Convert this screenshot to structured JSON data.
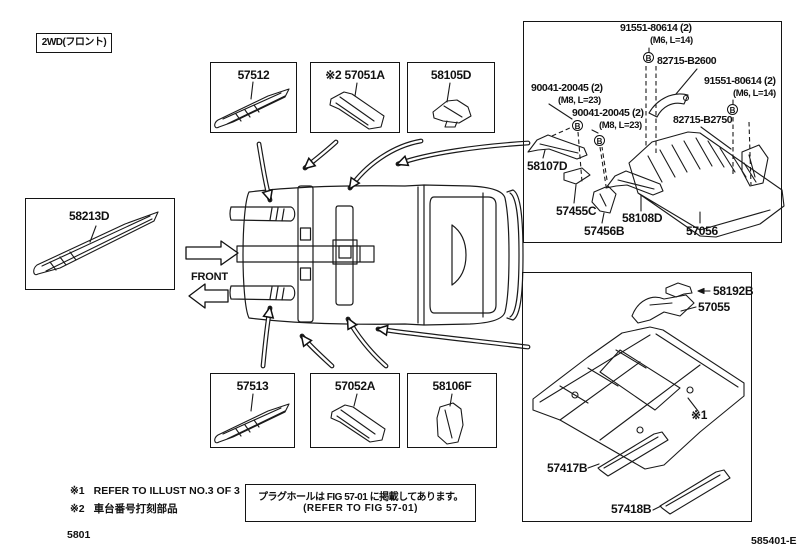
{
  "meta": {
    "drive_tag": "2WD(フロント)",
    "front_label": "FRONT",
    "page_code": "5801",
    "figure_code": "585401-E"
  },
  "part_boxes": {
    "left": {
      "id": "58213D"
    },
    "top_row": [
      {
        "prefix": "",
        "id": "57512"
      },
      {
        "prefix": "※2",
        "id": "57051A"
      },
      {
        "prefix": "",
        "id": "58105D"
      }
    ],
    "bottom_row": [
      {
        "prefix": "",
        "id": "57513"
      },
      {
        "prefix": "",
        "id": "57052A"
      },
      {
        "prefix": "",
        "id": "58106F"
      }
    ]
  },
  "upper_assembly": {
    "bolt_symbol": "B",
    "fasteners": {
      "bolt_top": {
        "id": "91551-80614 (2)",
        "spec": "(M6, L=14)"
      },
      "bracket_upper": {
        "id": "82715-B2600"
      },
      "bolt_left1": {
        "id": "90041-20045 (2)",
        "spec": "(M8, L=23)"
      },
      "bolt_left2": {
        "id": "90041-20045 (2)",
        "spec": "(M8, L=23)"
      },
      "bolt_right": {
        "id": "91551-80614 (2)",
        "spec": "(M6, L=14)"
      },
      "bracket_lower": {
        "id": "82715-B2750"
      }
    },
    "parts": {
      "brace_left": "58107D",
      "clip": "57455C",
      "bracket": "57456B",
      "brace_right": "58108D",
      "crossmember": "57056"
    }
  },
  "lower_assembly": {
    "ref_marker": "※1",
    "parts": {
      "clip": "58192B",
      "bracket": "57055",
      "rail_front": "57417B",
      "rail_rear": "57418B"
    }
  },
  "notes": {
    "note1_marker": "※1",
    "note1_text": "REFER TO ILLUST NO.3 OF 3",
    "note2_marker": "※2",
    "note2_text": "車台番号打刻部品",
    "plug_line1": "プラグホールは FIG 57-01 に掲載してあります。",
    "plug_line2": "(REFER TO FIG 57-01)"
  }
}
